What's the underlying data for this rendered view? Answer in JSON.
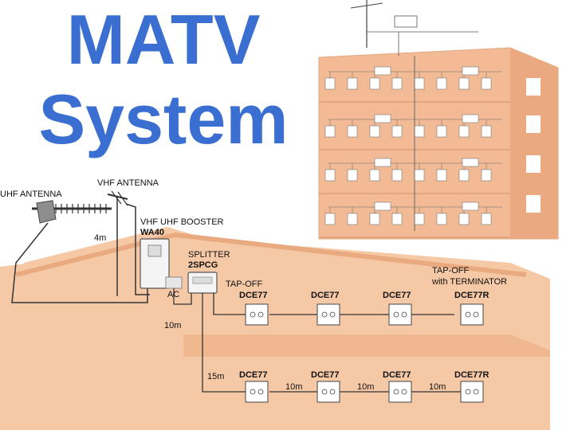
{
  "title": {
    "line1": "MATV",
    "line2": "System"
  },
  "colors": {
    "title": "#3a6fd1",
    "house": "#f6c9a6",
    "building": "#f2bb95",
    "wire": "#333333"
  },
  "labels": {
    "uhf_antenna": "UHF ANTENNA",
    "vhf_antenna": "VHF ANTENNA",
    "booster_title": "VHF UHF BOOSTER",
    "booster_model": "WA40",
    "splitter_title": "SPLITTER",
    "splitter_model": "2SPCG",
    "tapoff": "TAP-OFF",
    "tapoff_term_1": "TAP-OFF",
    "tapoff_term_2": "with TERMINATOR",
    "dist_4m": "4m",
    "ac": "AC",
    "dist_10m": "10m",
    "dist_15m": "15m"
  },
  "upper_outlets": [
    "DCE77",
    "DCE77",
    "DCE77",
    "DCE77R"
  ],
  "lower_outlets": [
    "DCE77",
    "DCE77",
    "DCE77",
    "DCE77R"
  ],
  "lower_distances": [
    "10m",
    "10m",
    "10m"
  ]
}
